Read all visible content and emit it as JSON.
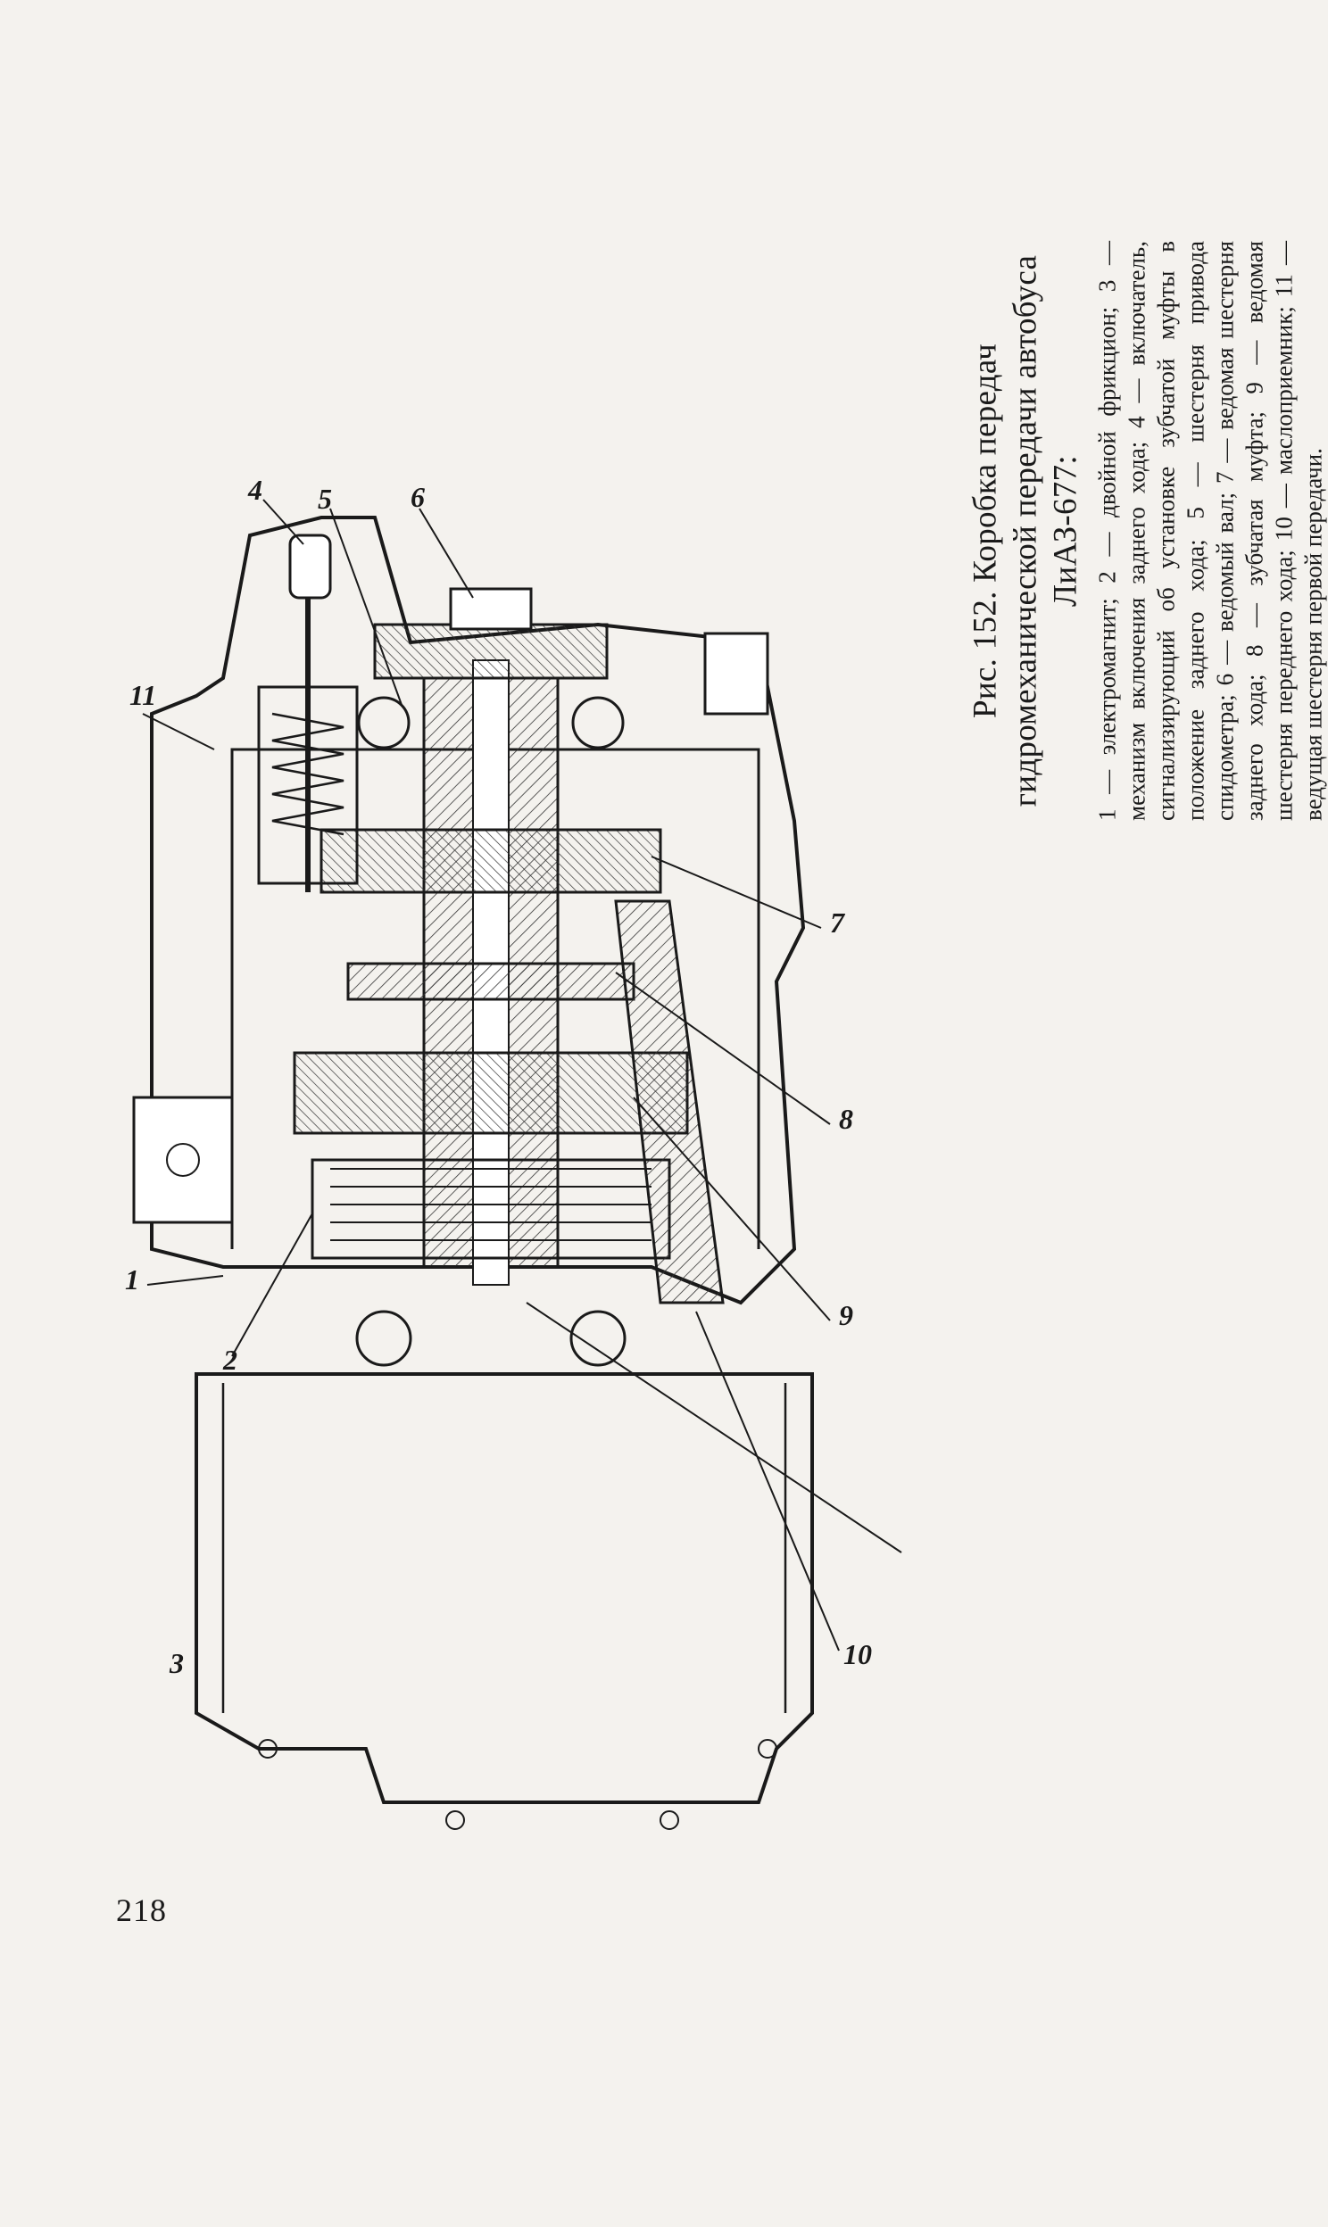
{
  "caption": {
    "title": "Рис. 152. Коробка передач гидромеханической передачи автобуса ЛиАЗ-677:",
    "legend": "1 — электромагнит; 2 — двойной фрикцион; 3 — механизм включения заднего хода; 4 — включатель, сигнализирующий об установке зубчатой муфты в положение заднего хода; 5 — шестерня привода спидометра; 6 — ведомый вал; 7 — ведомая шестерня заднего хода; 8 — зубчатая муфта; 9 — ведомая шестерня переднего хода; 10 — маслоприемник; 11 — ведущая шестерня первой передачи."
  },
  "callouts": [
    "1",
    "2",
    "3",
    "4",
    "5",
    "6",
    "7",
    "8",
    "9",
    "10",
    "11"
  ],
  "page_number": "218"
}
